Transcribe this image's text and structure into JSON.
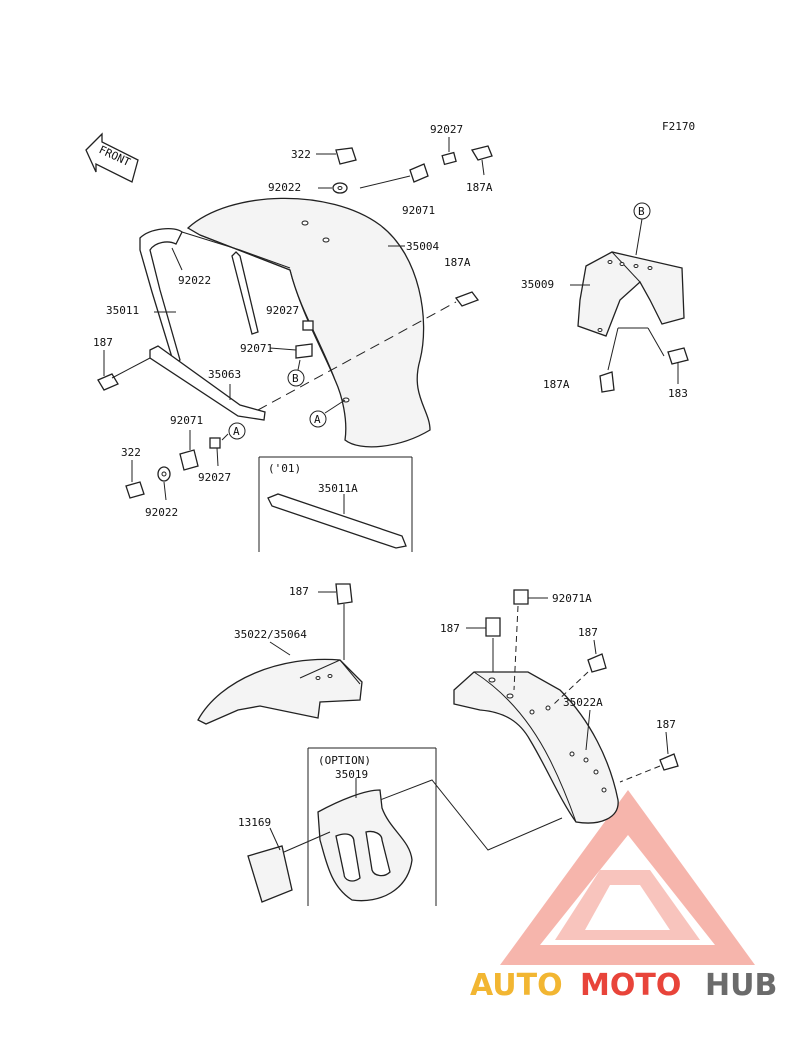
{
  "figure_code": "F2170",
  "front_label": "FRONT",
  "callouts": {
    "c322_top": "322",
    "c92027_top": "92027",
    "c187A_top": "187A",
    "c92022_top": "92022",
    "c92071_top": "92071",
    "c35004": "35004",
    "c187A_mid": "187A",
    "c92022_left": "92022",
    "c35011": "35011",
    "c92027_mid": "92027",
    "c92071_mid": "92071",
    "c187_left": "187",
    "c35063": "35063",
    "c92071_low": "92071",
    "c322_low": "322",
    "c92027_low": "92027",
    "c92022_low": "92022",
    "c35009": "35009",
    "c187A_right": "187A",
    "c183": "183",
    "c35011A": "35011A",
    "c187_rear1": "187",
    "c92071A": "92071A",
    "c35022_35064": "35022/35064",
    "c187_rear2": "187",
    "c187_rear3": "187",
    "c35022A": "35022A",
    "c187_rear4": "187",
    "c35019": "35019",
    "c13169": "13169"
  },
  "markers": {
    "a1": "A",
    "a2": "A",
    "b1": "B",
    "b2": "B"
  },
  "boxes": {
    "year_note": "('01)",
    "option_note": "(OPTION)"
  },
  "watermark": {
    "part1": "AUTO",
    "part2": "MOTO",
    "part3": "HUB",
    "color1": "#f2b632",
    "color2": "#e8443a",
    "color3": "#6b6b6b"
  }
}
